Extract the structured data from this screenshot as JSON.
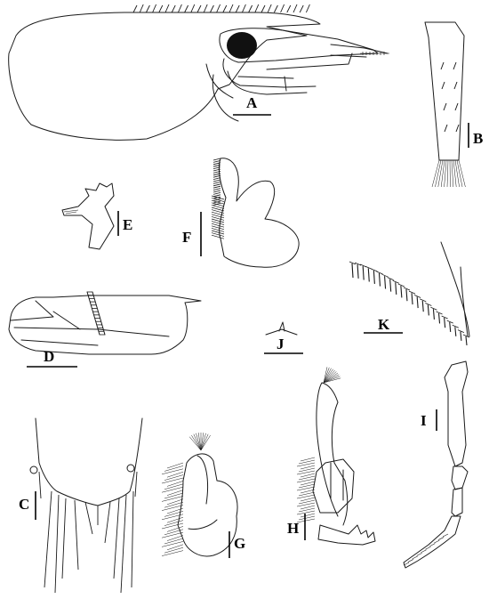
{
  "plate": {
    "background": "#ffffff",
    "ink": "#1a1a1a",
    "panels": [
      {
        "id": "A",
        "label": "A",
        "subject": "carapace and rostrum, lateral view"
      },
      {
        "id": "B",
        "label": "B",
        "subject": "telson, dorsal view"
      },
      {
        "id": "C",
        "label": "C",
        "subject": "telson posterior margin"
      },
      {
        "id": "D",
        "label": "D",
        "subject": "antennal scale"
      },
      {
        "id": "E",
        "label": "E",
        "subject": "mandible"
      },
      {
        "id": "F",
        "label": "F",
        "subject": "maxillule"
      },
      {
        "id": "G",
        "label": "G",
        "subject": "maxilla"
      },
      {
        "id": "H",
        "label": "H",
        "subject": "first maxilliped"
      },
      {
        "id": "I",
        "label": "I",
        "subject": "third pereiopod"
      },
      {
        "id": "J",
        "label": "J",
        "subject": "spine detail"
      },
      {
        "id": "K",
        "label": "K",
        "subject": "spinulose margin detail"
      }
    ]
  }
}
